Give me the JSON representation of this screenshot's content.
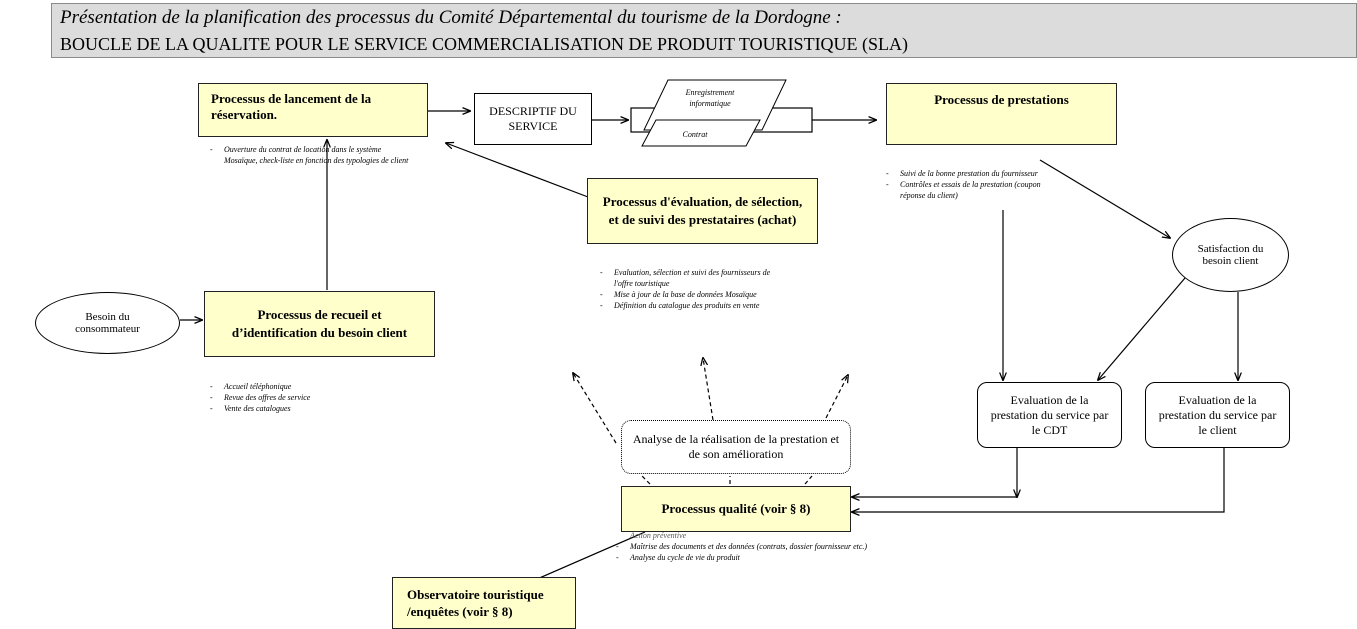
{
  "header": {
    "title": "Présentation de la planification des processus du Comité Départemental du tourisme de la Dordogne :",
    "subtitle": "BOUCLE DE LA QUALITE POUR LE SERVICE COMMERCIALISATION DE PRODUIT TOURISTIQUE (SLA)"
  },
  "nodes": {
    "lancement": "Processus de lancement de la réservation.",
    "descriptif": "DESCRIPTIF DU SERVICE",
    "enregistrement": "Enregistrement informatique",
    "contrat": "Contrat",
    "prestations": "Processus de prestations",
    "evaluation_prestataires": "Processus d'évaluation, de sélection, et de suivi des prestataires (achat)",
    "satisfaction": "Satisfaction du besoin client",
    "besoin": "Besoin du consommateur",
    "recueil": "Processus de recueil et d’identification du besoin client",
    "eval_cdt": "Evaluation de la prestation du service par le CDT",
    "eval_client": "Evaluation de la prestation du service par le client",
    "analyse": "Analyse de la réalisation de la prestation et de son amélioration",
    "qualite": "Processus qualité (voir § 8)",
    "observatoire": "Observatoire touristique /enquêtes (voir § 8)"
  },
  "notes": {
    "lancement": [
      "Ouverture du contrat de location dans le système Mosaïque, check-liste en fonction des typologies de client"
    ],
    "prestations": [
      "Suivi de la bonne prestation du fournisseur",
      "Contrôles et essais de la prestation (coupon réponse du client)"
    ],
    "evaluation": [
      "Evaluation, sélection et suivi des fournisseurs de l'offre touristique",
      "Mise à jour de la base de données Mosaïque",
      "Définition du catalogue des produits en vente"
    ],
    "recueil": [
      "Accueil téléphonique",
      "Revue des offres de service",
      "Vente des catalogues"
    ],
    "qualite_partial": "Action préventive",
    "qualite": [
      "Maîtrise des documents et des données (contrats, dossier fournisseur etc.)",
      "Analyse du cycle de vie du produit"
    ]
  }
}
